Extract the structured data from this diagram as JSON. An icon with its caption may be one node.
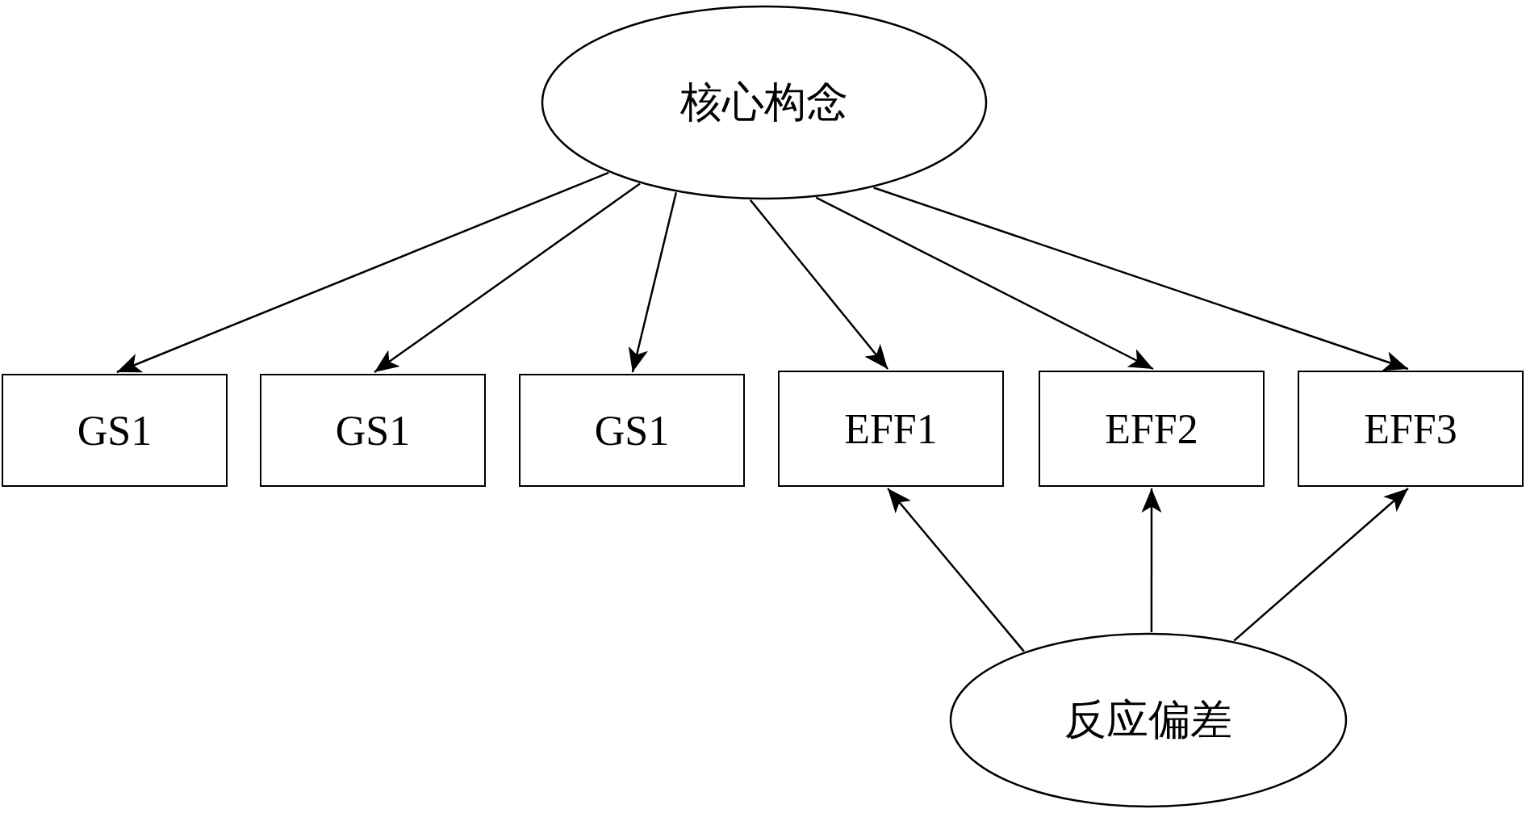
{
  "diagram": {
    "nodes": [
      {
        "text": [
          "核心构念"
        ]
      },
      {
        "text": [
          "GS1"
        ]
      },
      {
        "text": [
          "GS1"
        ]
      },
      {
        "text": [
          "GS1"
        ]
      },
      {
        "text": [
          "EFF1"
        ]
      },
      {
        "text": [
          "EFF2"
        ]
      },
      {
        "text": [
          "EFF3"
        ]
      },
      {
        "text": [
          "反应偏差"
        ]
      }
    ],
    "edges": [
      {
        "from": 0,
        "to": 1,
        "arrow": "to"
      },
      {
        "from": 0,
        "to": 2,
        "arrow": "to"
      },
      {
        "from": 0,
        "to": 3,
        "arrow": "to"
      },
      {
        "from": 0,
        "to": 4,
        "arrow": "to"
      },
      {
        "from": 0,
        "to": 5,
        "arrow": "to"
      },
      {
        "from": 0,
        "to": 6,
        "arrow": "to"
      },
      {
        "from": 7,
        "to": 4,
        "arrow": "to"
      },
      {
        "from": 7,
        "to": 5,
        "arrow": "to"
      },
      {
        "from": 7,
        "to": 6,
        "arrow": "to"
      }
    ]
  }
}
